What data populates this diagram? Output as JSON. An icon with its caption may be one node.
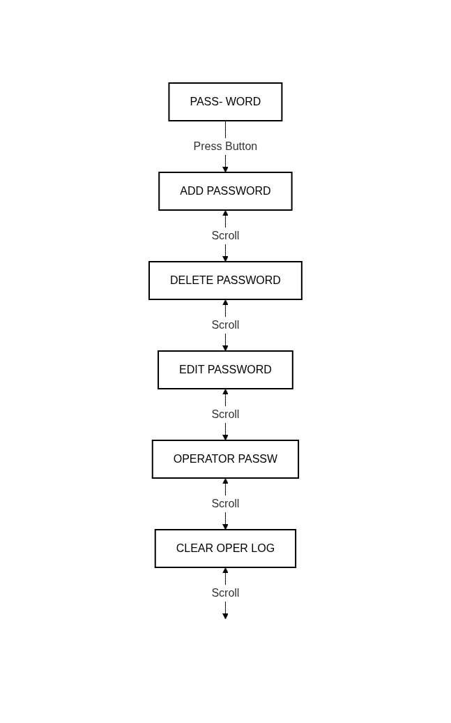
{
  "diagram": {
    "nodes": [
      {
        "text": [
          "PASS- WORD"
        ]
      },
      {
        "text": [
          "ADD PASSWORD"
        ]
      },
      {
        "text": [
          "DELETE PASSWORD"
        ]
      },
      {
        "text": [
          "EDIT PASSWORD"
        ]
      },
      {
        "text": [
          "OPERATOR PASSW"
        ]
      },
      {
        "text": [
          "CLEAR OPER LOG"
        ]
      }
    ],
    "edges": [
      {
        "from": 0,
        "to": 1,
        "arrow": "to",
        "label": "Press Button"
      },
      {
        "from": 1,
        "to": 2,
        "arrow": "both",
        "label": "Scroll"
      },
      {
        "from": 2,
        "to": 3,
        "arrow": "both",
        "label": "Scroll"
      },
      {
        "from": 3,
        "to": 4,
        "arrow": "both",
        "label": "Scroll"
      },
      {
        "from": 4,
        "to": 5,
        "arrow": "both",
        "label": "Scroll"
      },
      {
        "from": 5,
        "to": null,
        "arrow": "both",
        "label": "Scroll"
      }
    ]
  }
}
